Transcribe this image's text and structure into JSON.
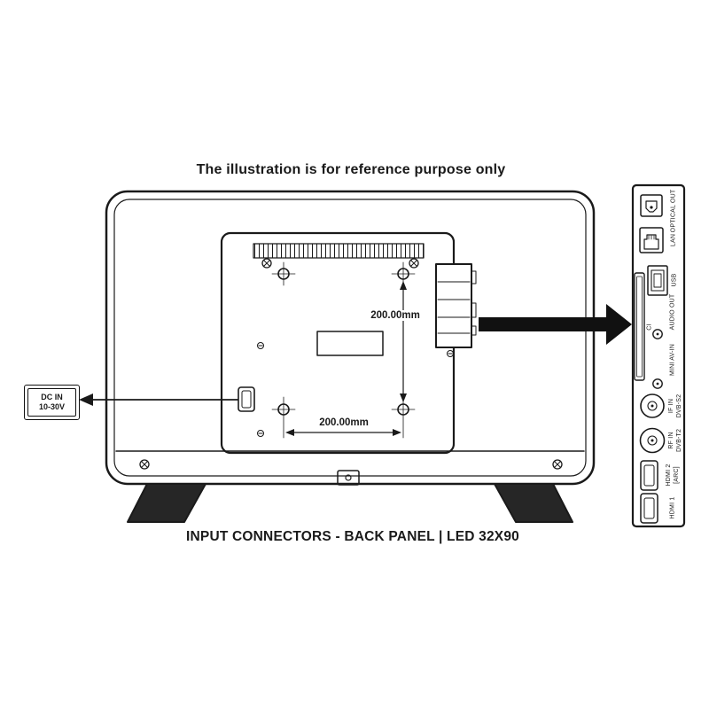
{
  "title": "The illustration is for reference purpose only",
  "caption": "INPUT CONNECTORS - BACK PANEL | LED 32X90",
  "dc_box": {
    "line1": "DC IN",
    "line2": "10-30V"
  },
  "dimensions": {
    "vertical": "200.00mm",
    "horizontal": "200.00mm"
  },
  "panel": {
    "ports": [
      {
        "name": "optical-out",
        "label": "OPTICAL OUT"
      },
      {
        "name": "lan",
        "label": "LAN"
      },
      {
        "name": "usb",
        "label": "USB"
      },
      {
        "name": "ci",
        "label": "CI"
      },
      {
        "name": "audio-out",
        "label": "AUDIO OUT"
      },
      {
        "name": "mini-av-in",
        "label": "MINI AV-IN"
      },
      {
        "name": "if-in-dvb-s2",
        "label": "IF IN",
        "label2": "DVB-S2"
      },
      {
        "name": "rf-in-dvb-t2",
        "label": "RF IN",
        "label2": "DVB-T2"
      },
      {
        "name": "hdmi-2-arc",
        "label": "HDMI 2",
        "label2": "[ARC]"
      },
      {
        "name": "hdmi-1",
        "label": "HDMI 1"
      }
    ]
  },
  "colors": {
    "line": "#1a1a1a",
    "background": "#ffffff",
    "arrow": "#111111"
  }
}
